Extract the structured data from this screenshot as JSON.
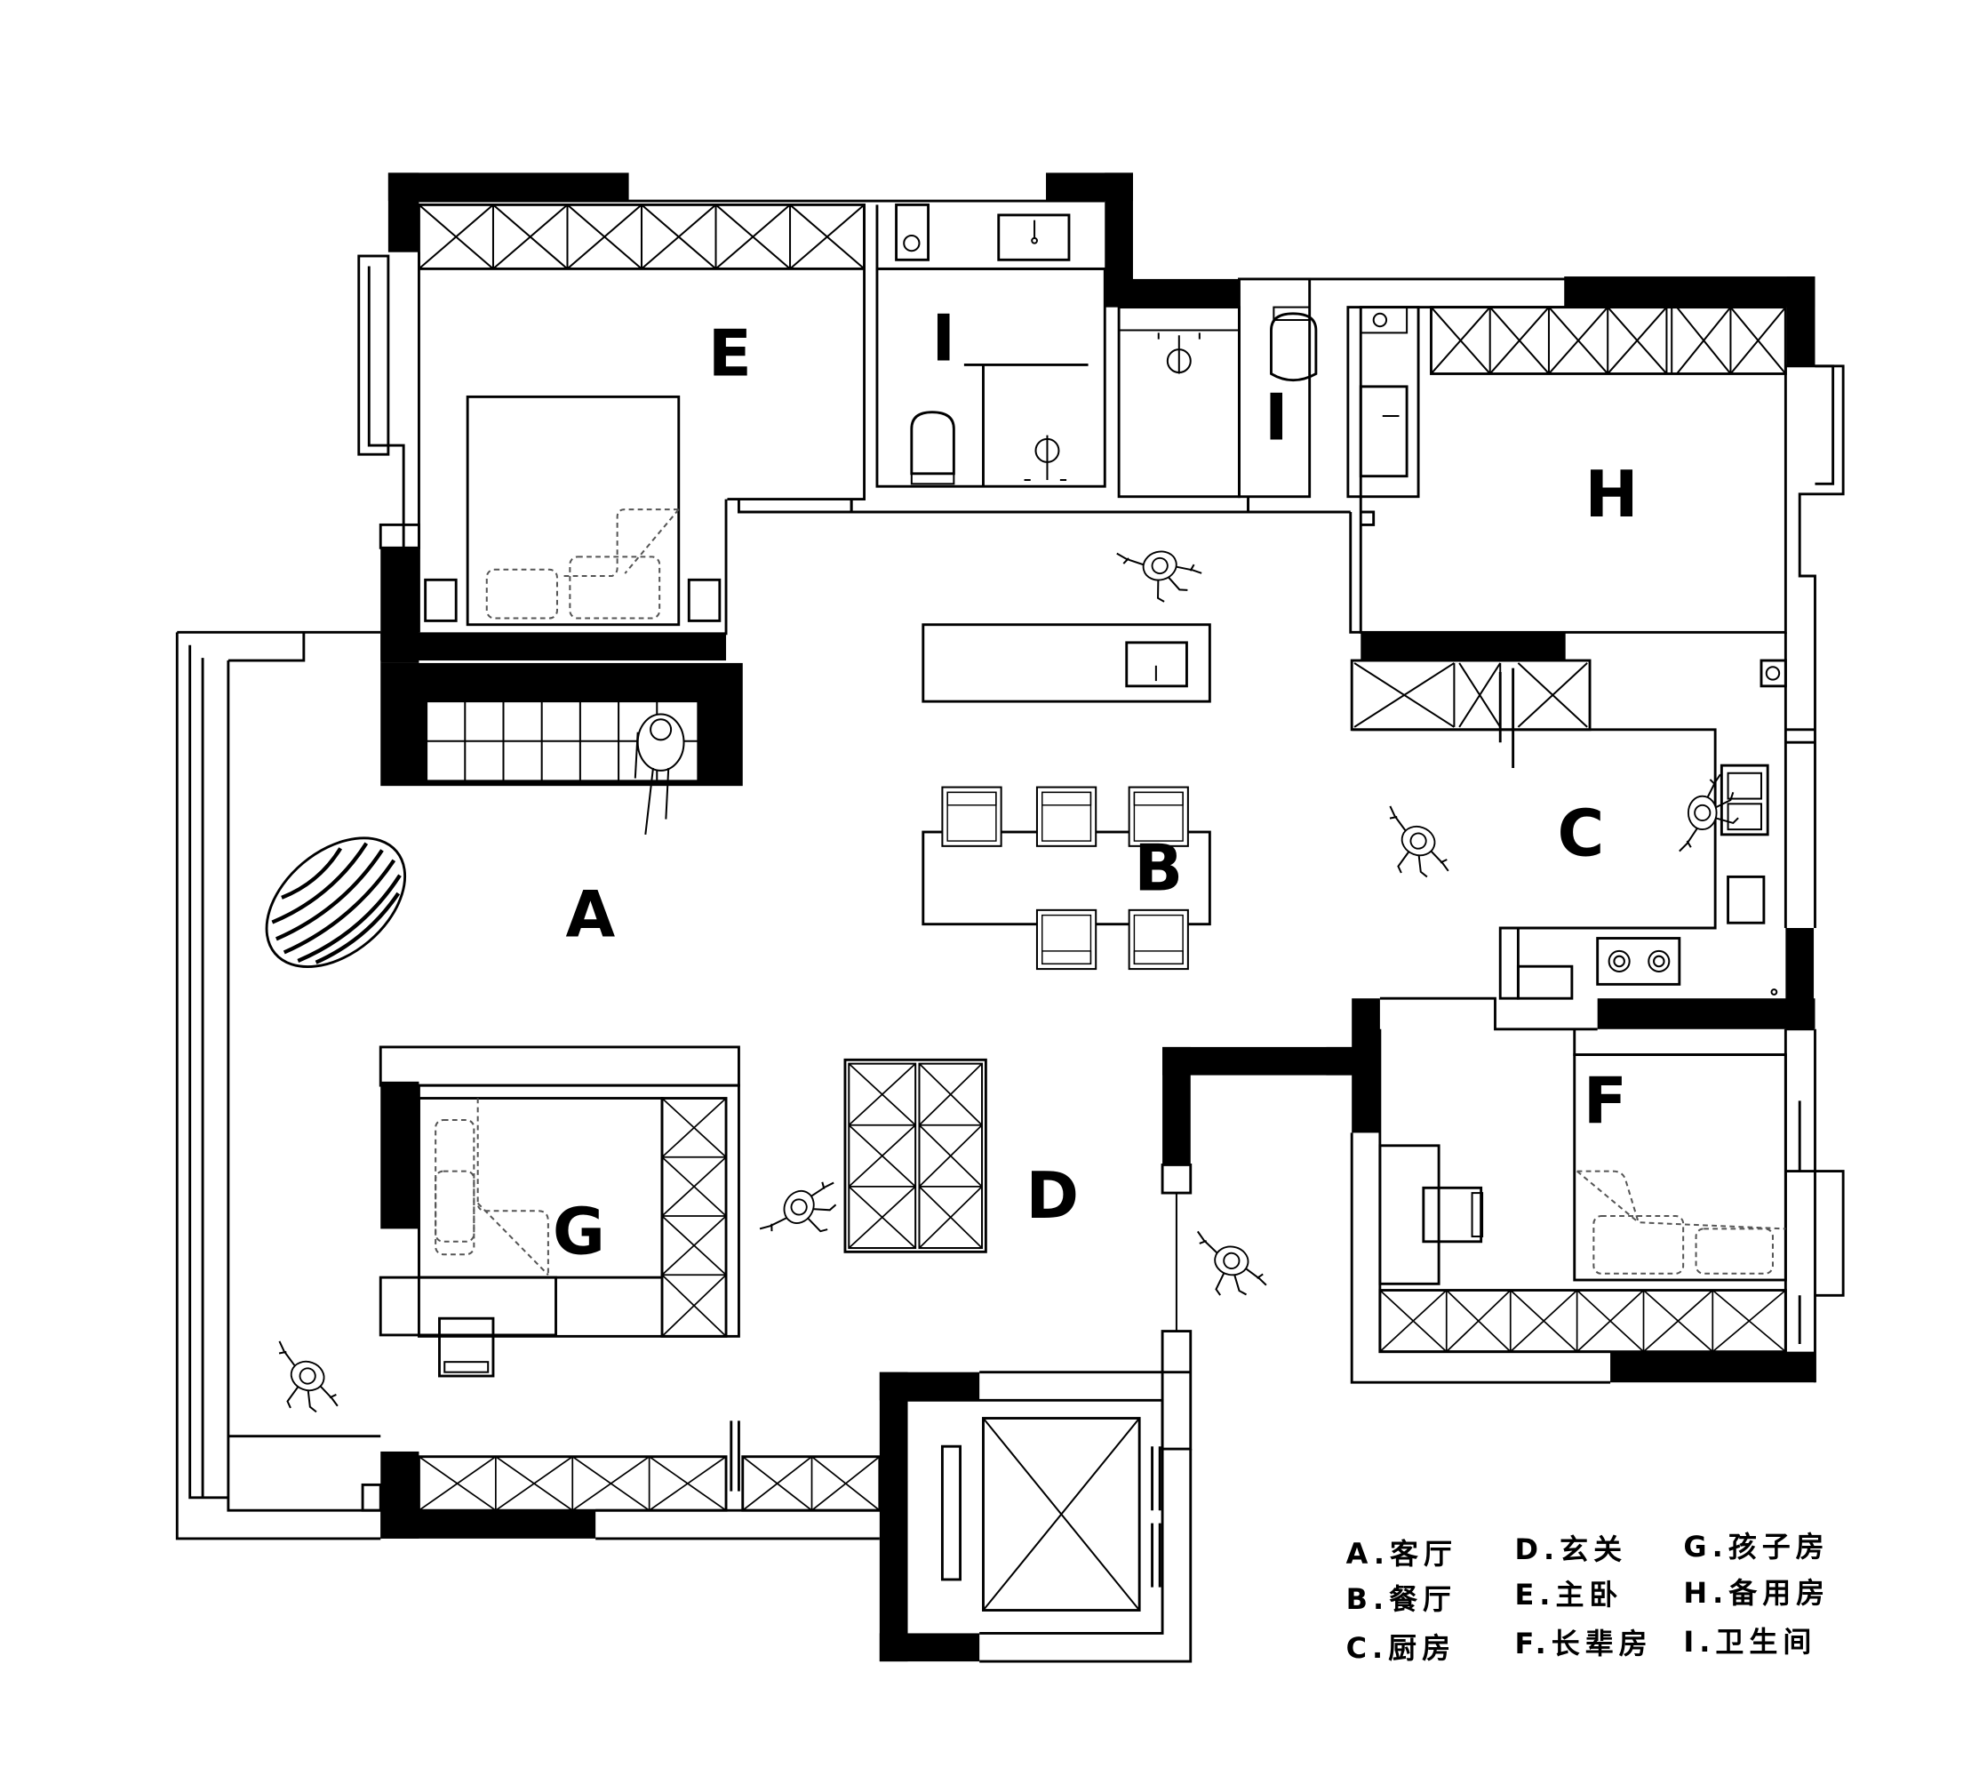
{
  "rooms": {
    "A": "A",
    "B": "B",
    "C": "C",
    "D": "D",
    "E": "E",
    "F": "F",
    "G": "G",
    "H": "H",
    "I_left": "I",
    "I_right": "I"
  },
  "legend": [
    {
      "key": "A.",
      "text": "客厅"
    },
    {
      "key": "D.",
      "text": "玄关"
    },
    {
      "key": "G.",
      "text": "孩子房"
    },
    {
      "key": "B.",
      "text": "餐厅"
    },
    {
      "key": "E.",
      "text": "主卧"
    },
    {
      "key": "H.",
      "text": "备用房"
    },
    {
      "key": "C.",
      "text": "厨房"
    },
    {
      "key": "F.",
      "text": "长辈房"
    },
    {
      "key": "I.",
      "text": "卫生间"
    }
  ]
}
